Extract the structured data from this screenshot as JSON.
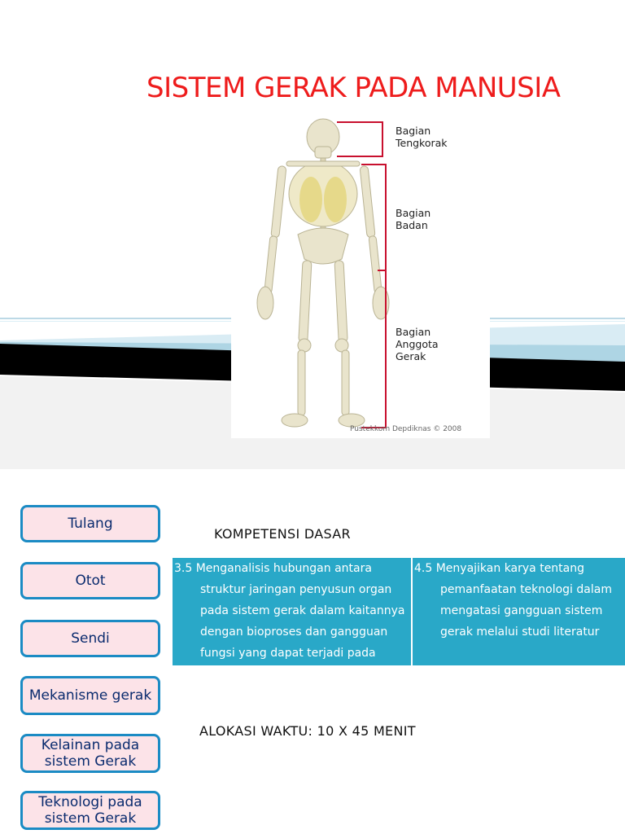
{
  "slide1": {
    "title": "SISTEM GERAK PADA MANUSIA",
    "labels": {
      "head": [
        "Bagian",
        "Tengkorak"
      ],
      "body": [
        "Bagian",
        "Badan"
      ],
      "limbs": [
        "Bagian",
        "Anggota",
        "Gerak"
      ]
    },
    "credit": "Pustekkom Depdiknas © 2008",
    "colors": {
      "title": "#ee1c1c",
      "bracket": "#c8102e",
      "band_dark": "#000000",
      "band_light": "#cfe6f0"
    }
  },
  "slide2": {
    "nav": [
      {
        "label": "Tulang"
      },
      {
        "label": "Otot"
      },
      {
        "label": "Sendi"
      },
      {
        "label": "Mekanisme gerak"
      },
      {
        "label": "Kelainan pada sistem Gerak"
      },
      {
        "label": "Teknologi pada sistem Gerak"
      }
    ],
    "kompetensi_heading": "KOMPETENSI DASAR",
    "kd_left": "3.5 Menganalisis hubungan antara struktur jaringan penyusun organ pada sistem gerak dalam kaitannya dengan bioproses dan gangguan fungsi yang dapat terjadi pada",
    "kd_right": "4.5 Menyajikan karya tentang pemanfaatan teknologi dalam mengatasi gangguan sistem gerak melalui studi literatur",
    "alokasi": "ALOKASI WAKTU: 10 X 45 MENIT",
    "colors": {
      "nav_bg": "#fce3e8",
      "nav_border": "#1b8bc4",
      "nav_text": "#0a2b6e",
      "kd_bg": "#29a8c8"
    }
  }
}
